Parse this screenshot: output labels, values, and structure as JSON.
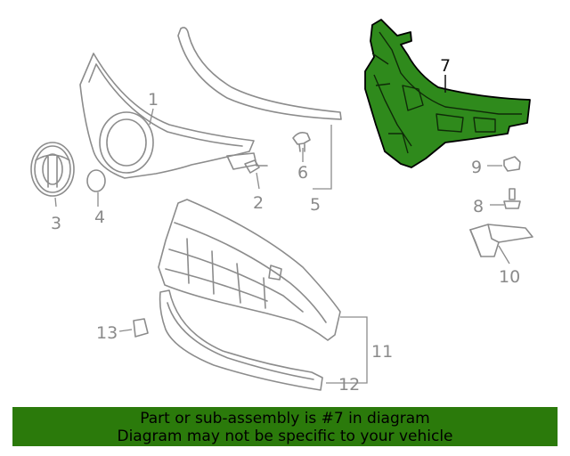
{
  "callouts": {
    "c1": "1",
    "c2": "2",
    "c3": "3",
    "c4": "4",
    "c5": "5",
    "c6": "6",
    "c7": "7",
    "c8": "8",
    "c9": "9",
    "c10": "10",
    "c11": "11",
    "c12": "12",
    "c13": "13"
  },
  "highlight_part": "7",
  "colors": {
    "highlight": "#2f8a1c",
    "banner": "#2b7a0b",
    "linework": "#8c8c8c"
  },
  "banner": {
    "line1": "Part or sub-assembly is #7 in diagram",
    "line2": "Diagram may not be specific to your vehicle"
  }
}
